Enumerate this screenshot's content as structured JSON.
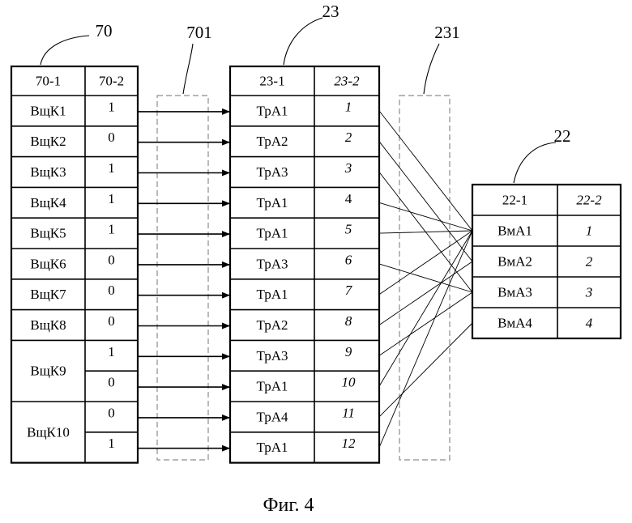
{
  "refs": {
    "table_70": "70",
    "group_701": "701",
    "table_23": "23",
    "group_231": "231",
    "table_22": "22"
  },
  "table_70": {
    "headers": [
      "70-1",
      "70-2"
    ],
    "groups": [
      {
        "label": "ВщК1",
        "bits": [
          "1"
        ]
      },
      {
        "label": "ВщК2",
        "bits": [
          "0"
        ]
      },
      {
        "label": "ВщК3",
        "bits": [
          "1"
        ]
      },
      {
        "label": "ВщК4",
        "bits": [
          "1"
        ]
      },
      {
        "label": "ВщК5",
        "bits": [
          "1"
        ]
      },
      {
        "label": "ВщК6",
        "bits": [
          "0"
        ]
      },
      {
        "label": "ВщК7",
        "bits": [
          "0"
        ]
      },
      {
        "label": "ВщК8",
        "bits": [
          "0"
        ]
      },
      {
        "label": "ВщК9",
        "bits": [
          "1",
          "0"
        ]
      },
      {
        "label": "ВщК10",
        "bits": [
          "0",
          "1"
        ]
      }
    ]
  },
  "table_23": {
    "headers": [
      "23-1",
      "23-2"
    ],
    "rows": [
      {
        "name": "ТрА1",
        "idx": "1"
      },
      {
        "name": "ТрА2",
        "idx": "2"
      },
      {
        "name": "ТрА3",
        "idx": "3"
      },
      {
        "name": "ТрА1",
        "idx": "4"
      },
      {
        "name": "ТрА1",
        "idx": "5"
      },
      {
        "name": "ТрА3",
        "idx": "6"
      },
      {
        "name": "ТрА1",
        "idx": "7"
      },
      {
        "name": "ТрА2",
        "idx": "8"
      },
      {
        "name": "ТрА3",
        "idx": "9"
      },
      {
        "name": "ТрА1",
        "idx": "10"
      },
      {
        "name": "ТрА4",
        "idx": "11"
      },
      {
        "name": "ТрА1",
        "idx": "12"
      }
    ]
  },
  "table_22": {
    "headers": [
      "22-1",
      "22-2"
    ],
    "rows": [
      {
        "name": "ВмА1",
        "idx": "1"
      },
      {
        "name": "ВмА2",
        "idx": "2"
      },
      {
        "name": "ВмА3",
        "idx": "3"
      },
      {
        "name": "ВмА4",
        "idx": "4"
      }
    ]
  },
  "mapping": [
    [
      1,
      1
    ],
    [
      2,
      2
    ],
    [
      3,
      3
    ],
    [
      4,
      1
    ],
    [
      5,
      1
    ],
    [
      6,
      3
    ],
    [
      7,
      1
    ],
    [
      8,
      2
    ],
    [
      9,
      3
    ],
    [
      10,
      1
    ],
    [
      11,
      4
    ],
    [
      12,
      1
    ]
  ],
  "caption": "Фиг. 4"
}
